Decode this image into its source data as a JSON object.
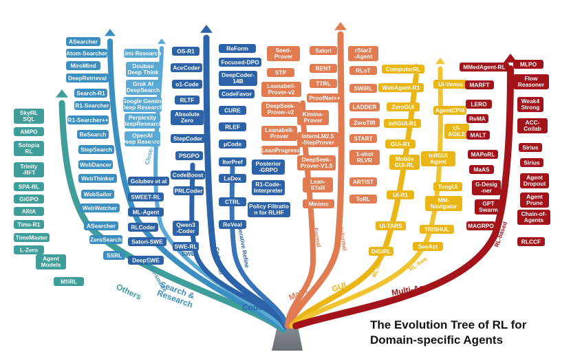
{
  "title": {
    "line1": "The Evolution Tree of RL for",
    "line2": "Domain-specific Agents"
  },
  "branches": {
    "others": {
      "label": "Others",
      "color": "#3f9d9a"
    },
    "search": {
      "label": "Search & Research",
      "color": "#3a8fc0",
      "sub_open": "Open-source",
      "sub_closed": "Close-source"
    },
    "code": {
      "label": "Code",
      "color": "#2c63a8",
      "sub_swe": "SWE",
      "sub_codegen": "Code Gen",
      "sub_iter": "Iterative Refine"
    },
    "math": {
      "label": "Math",
      "color": "#e07b52",
      "sub_formal": "Formal",
      "sub_informal": "Informal"
    },
    "gui": {
      "label": "GUI",
      "color": "#eab616",
      "sub_rlbase": "RL-base",
      "sub_rlfree": "RL-free"
    },
    "multiagent": {
      "label": "Multi-Agent",
      "color": "#a3131a",
      "sub_rlbased": "RL-based"
    }
  },
  "nodes": {
    "others": [
      "SkyRL SQL",
      "AMPO",
      "Sotopia RL",
      "Trinity-RFT",
      "SPA-RL",
      "GiGPO",
      "ARIA",
      "Time-R1",
      "TimeMaster",
      "L-Zero",
      "Agent Models",
      "MSRL"
    ],
    "search_open": [
      "ASearcher",
      "Atom-Searcher",
      "MiroMind",
      "DeepRetrieval",
      "Search-R1",
      "R1-Searcher",
      "R1-Searcher++",
      "ReSearch",
      "StepSearch",
      "WebDancer",
      "WebThinker",
      "WebSailor",
      "WebWatcher",
      "ASearcher",
      "ZeroSearch",
      "SSRL"
    ],
    "search_closed": [
      "Kimi-Research",
      "Doubao Deep Think",
      "Grok AI DeepSearch",
      "Google Gemini Deep Research",
      "Perplexity DeepResearch",
      "OpenAI Deep Research"
    ],
    "code_swe": [
      "Golubev et al",
      "SWEET-RL",
      "ML-Agent",
      "RLCoder",
      "Satori-SWE",
      "DeepSWE",
      "Qwen3-Coder",
      "SWE-RL"
    ],
    "code_gen": [
      "OS-R1",
      "AceCoder",
      "o1-Code",
      "RLTF",
      "Absolute Zero",
      "StepCoder",
      "PSGPO",
      "CodeBoost",
      "PRLCoder"
    ],
    "code_iter": [
      "ReForm",
      "Focused-DPO",
      "DeepCoder-14B",
      "CodeFavor",
      "CURE",
      "RLEF",
      "μCode",
      "IterPref",
      "LeDex",
      "CTRL",
      "ReVeal",
      "Posterior-GRPO",
      "R1-Code-Interpreter",
      "Policy Filtration for RLHF"
    ],
    "math_formal": [
      "Seed-Prover",
      "STP",
      "Leanabell-Prover-v2",
      "DeepSeek-Prover-v2",
      "Leanabell-Prover",
      "LeanProgress",
      "Kimina-Prover",
      "InternLM2.5-StepProver",
      "DeepSeek-Prover-V1.5",
      "Lean-STaR",
      "Minimo"
    ],
    "math_informal": [
      "Satori",
      "RENT",
      "TTRL",
      "ProofNet++",
      "rStar2-Agent",
      "RLoT",
      "SWiRL",
      "LADDER",
      "ZeroTIR",
      "START",
      "1-shot RLVR",
      "ARTIST",
      "ToRL"
    ],
    "gui_base": [
      "ComputerRL",
      "WebAgent-R1",
      "ZeroGUI",
      "InfiGUI-R1",
      "GUI-R1",
      "Mobile GUI-RL",
      "UI-R1",
      "UI-TARS",
      "DiGiRL"
    ],
    "gui_free": [
      "UI-Venus",
      "AgentCPM",
      "UI-AGILE",
      "InfiGUI Agent",
      "TongUI",
      "MM-Navigator",
      "TRISHUL",
      "SeeAct"
    ],
    "multiagent": [
      "MMedAgent-RL",
      "MLPO",
      "MARFT",
      "Flow Reasoner",
      "LERO",
      "Weak4 Strong",
      "ReMA",
      "ACC-Collab",
      "MALT",
      "Sirius",
      "MAPoRL",
      "Sirius",
      "MaAS",
      "Agent Dropout",
      "G-Desig-ner",
      "Agent Prune",
      "GPT Swarm",
      "Chain-of-Agents",
      "MAGRPO",
      "RLCCF"
    ]
  }
}
